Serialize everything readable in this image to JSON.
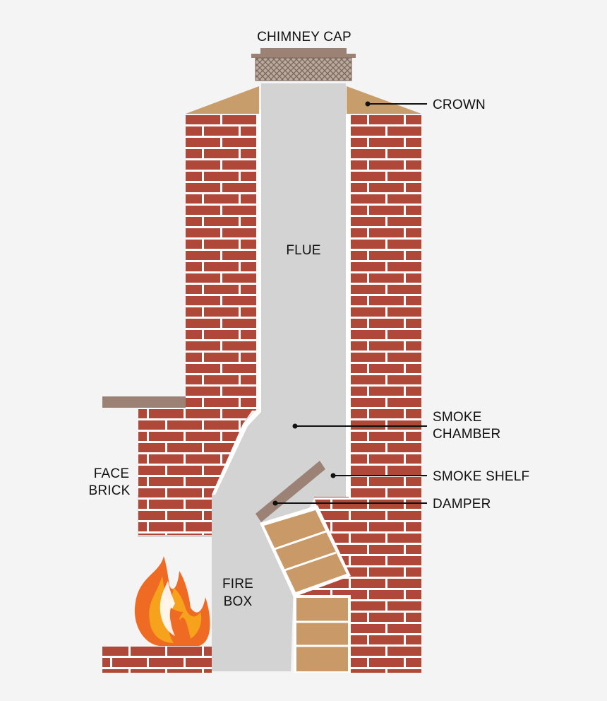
{
  "labels": {
    "chimney_cap": "CHIMNEY CAP",
    "crown": "CROWN",
    "flue": "FLUE",
    "smoke_chamber_1": "SMOKE",
    "smoke_chamber_2": "CHAMBER",
    "smoke_shelf": "SMOKE SHELF",
    "damper": "DAMPER",
    "face_brick_1": "FACE",
    "face_brick_2": "BRICK",
    "fire_box_1": "FIRE",
    "fire_box_2": "BOX"
  },
  "colors": {
    "background": "#f4f4f4",
    "brick": "#b0483a",
    "mortar": "#ffffff",
    "flue": "#d3d3d4",
    "crown": "#c79d6c",
    "firebrick": "#c99a68",
    "cap_band": "#9c8275",
    "mantel": "#9c8275",
    "damper": "#9c8275",
    "flame_outer": "#ef6b23",
    "flame_inner": "#f7a21c"
  }
}
